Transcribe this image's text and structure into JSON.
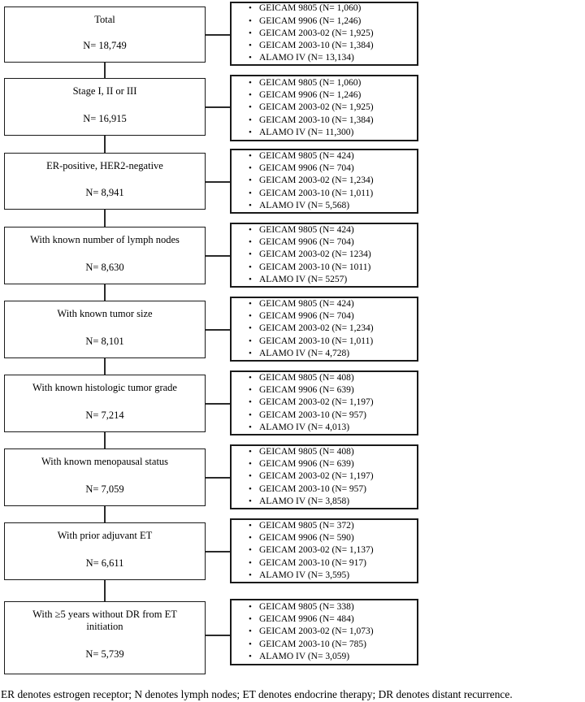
{
  "flow": {
    "rows": [
      {
        "label": "Total",
        "n": "N= 18,749",
        "bullets": [
          "GEICAM 9805 (N= 1,060)",
          "GEICAM 9906 (N= 1,246)",
          "GEICAM 2003-02 (N= 1,925)",
          "GEICAM 2003-10 (N= 1,384)",
          "ALAMO IV (N= 13,134)"
        ]
      },
      {
        "label": "Stage I, II or III",
        "n": "N= 16,915",
        "bullets": [
          "GEICAM 9805 (N= 1,060)",
          "GEICAM 9906 (N= 1,246)",
          "GEICAM 2003-02 (N= 1,925)",
          "GEICAM 2003-10 (N= 1,384)",
          "ALAMO IV (N= 11,300)"
        ]
      },
      {
        "label": "ER-positive, HER2-negative",
        "n": "N= 8,941",
        "bullets": [
          "GEICAM 9805 (N= 424)",
          "GEICAM 9906 (N= 704)",
          "GEICAM 2003-02 (N= 1,234)",
          "GEICAM 2003-10 (N= 1,011)",
          "ALAMO IV (N= 5,568)"
        ]
      },
      {
        "label": "With known number of lymph nodes",
        "n": "N= 8,630",
        "bullets": [
          "GEICAM 9805 (N= 424)",
          "GEICAM 9906 (N= 704)",
          "GEICAM 2003-02 (N= 1234)",
          "GEICAM 2003-10 (N= 1011)",
          "ALAMO IV (N= 5257)"
        ]
      },
      {
        "label": "With known tumor size",
        "n": "N= 8,101",
        "bullets": [
          "GEICAM 9805 (N= 424)",
          "GEICAM 9906 (N= 704)",
          "GEICAM 2003-02 (N= 1,234)",
          "GEICAM 2003-10 (N= 1,011)",
          "ALAMO IV (N= 4,728)"
        ]
      },
      {
        "label": "With known histologic tumor grade",
        "n": "N= 7,214",
        "bullets": [
          "GEICAM 9805 (N= 408)",
          "GEICAM 9906 (N= 639)",
          "GEICAM 2003-02 (N= 1,197)",
          "GEICAM 2003-10 (N= 957)",
          "ALAMO IV (N= 4,013)"
        ]
      },
      {
        "label": "With known menopausal status",
        "n": "N= 7,059",
        "bullets": [
          "GEICAM 9805 (N= 408)",
          "GEICAM 9906 (N= 639)",
          "GEICAM 2003-02 (N= 1,197)",
          "GEICAM 2003-10 (N= 957)",
          "ALAMO IV (N= 3,858)"
        ]
      },
      {
        "label": "With prior adjuvant ET",
        "n": "N= 6,611",
        "bullets": [
          "GEICAM 9805 (N= 372)",
          "GEICAM 9906 (N= 590)",
          "GEICAM 2003-02 (N= 1,137)",
          "GEICAM 2003-10 (N= 917)",
          "ALAMO IV (N= 3,595)"
        ]
      },
      {
        "label": "With ≥5 years without DR from ET initiation",
        "n": "N= 5,739",
        "bullets": [
          "GEICAM 9805 (N= 338)",
          "GEICAM 9906 (N= 484)",
          "GEICAM 2003-02 (N= 1,073)",
          "GEICAM 2003-10 (N= 785)",
          "ALAMO IV (N= 3,059)"
        ]
      }
    ],
    "footnote": "ER denotes estrogen receptor; N denotes lymph nodes; ET denotes endocrine therapy; DR denotes distant recurrence."
  }
}
